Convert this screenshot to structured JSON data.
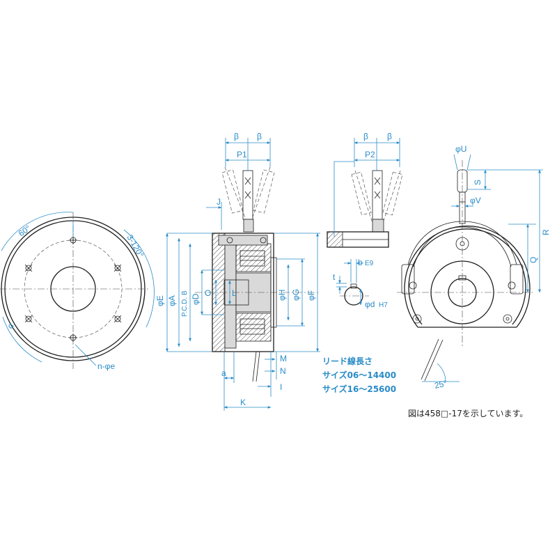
{
  "left_view": {
    "angle_60": "60°",
    "angle_3_120": "3-120°",
    "alpha": "α",
    "hole_label": "n-φe"
  },
  "side_view": {
    "beta_left": "β",
    "beta_right": "β",
    "p1": "P1",
    "j": "J",
    "e": "φE",
    "a_dia": "φA",
    "pcd": "P.C.D. B",
    "d": "φD",
    "o": "O",
    "l": "L",
    "h": "φH",
    "g": "φG",
    "f": "φF",
    "m": "M",
    "n": "N",
    "a": "a",
    "i": "I",
    "k": "K"
  },
  "lever_view": {
    "beta_left": "β",
    "beta_right": "β",
    "p2": "P2",
    "b": "b",
    "b_tol": "E9",
    "t": "t",
    "d": "φd",
    "d_tol": "H7"
  },
  "right_view": {
    "u": "φU",
    "s": "S",
    "v": "φV",
    "r": "R",
    "q": "Q",
    "angle_25": "25°"
  },
  "lead_wire": {
    "title": "リード線長さ",
    "line1": "サイズ06～14400",
    "line2": "サイズ16～25600"
  },
  "footnote": "図は458□-17を示しています。"
}
